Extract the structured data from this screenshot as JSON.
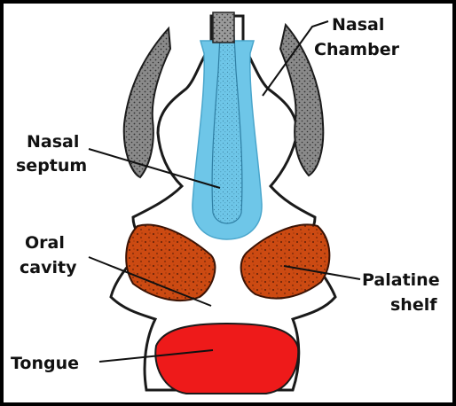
{
  "figure": {
    "labels": {
      "nasal_chamber": [
        "Nasal",
        "Chamber"
      ],
      "nasal_septum": [
        "Nasal",
        "septum"
      ],
      "oral_cavity": [
        "Oral",
        "cavity"
      ],
      "palatine_shelf": [
        "Palatine",
        "shelf"
      ],
      "tongue": [
        "Tongue"
      ]
    },
    "colors": {
      "frame": "#000000",
      "background": "#ffffff",
      "nasal_septum": "#6ec6e8",
      "nasal_chamber_bone": "#8a8a8a",
      "palatine_shelf": "#cc4a12",
      "tongue": "#ee1a1a",
      "outline": "#1a1a1a"
    }
  }
}
